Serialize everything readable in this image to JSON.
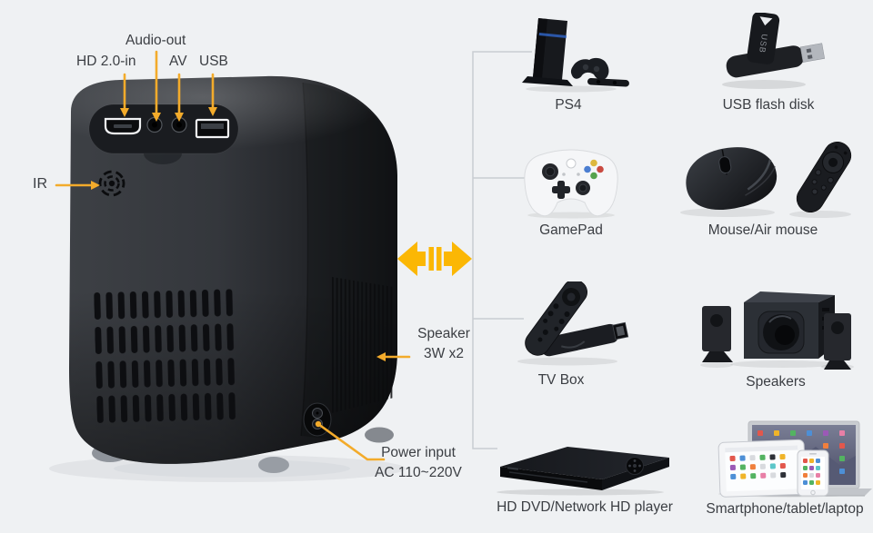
{
  "colors": {
    "background": "#eff1f3",
    "text": "#3b3e43",
    "callout": "#f3ab2b",
    "arrow": "#fbb704",
    "connector_line": "#c9cdd2",
    "projector_body": "#303338"
  },
  "projector": {
    "ports": {
      "audio_out": "Audio-out",
      "hd_in": "HD 2.0-in",
      "av": "AV",
      "usb": "USB",
      "ir": "IR"
    },
    "speaker_note": {
      "line1": "Speaker",
      "line2": "3W x2"
    },
    "power_note": {
      "line1": "Power input",
      "line2": "AC 110~220V"
    }
  },
  "usb_flash_drive_text": "USB",
  "devices": [
    {
      "id": "ps4",
      "label": "PS4"
    },
    {
      "id": "usb-flash-disk",
      "label": "USB flash disk"
    },
    {
      "id": "gamepad",
      "label": "GamePad"
    },
    {
      "id": "mouse-air-mouse",
      "label": "Mouse/Air mouse"
    },
    {
      "id": "tv-box",
      "label": "TV Box"
    },
    {
      "id": "speakers",
      "label": "Speakers"
    },
    {
      "id": "hd-dvd-player",
      "label": "HD DVD/Network HD player"
    },
    {
      "id": "smartphone-tablet-laptop",
      "label": "Smartphone/tablet/laptop"
    }
  ]
}
